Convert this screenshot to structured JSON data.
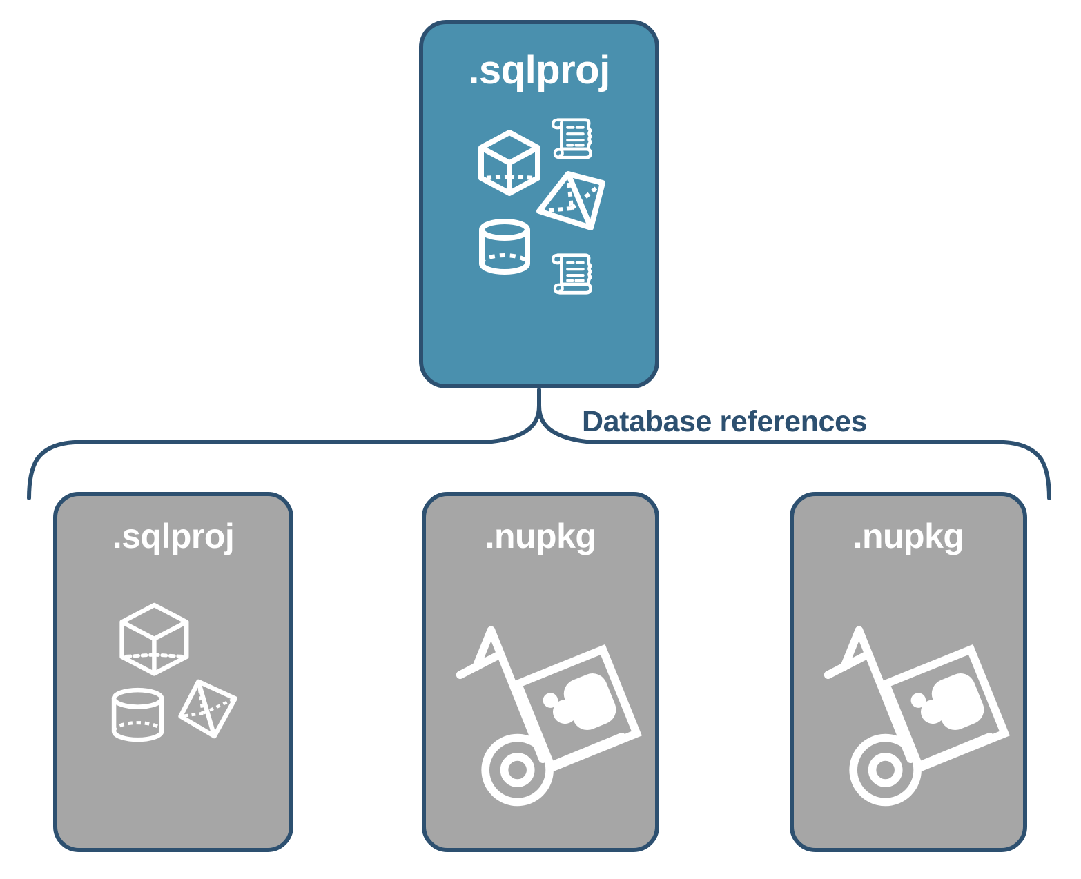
{
  "diagram": {
    "title_text": "Database references",
    "colors": {
      "primary_fill": "#4a90ae",
      "secondary_fill": "#a6a6a6",
      "stroke": "#2d5070",
      "icon": "#ffffff",
      "background": "#ffffff"
    },
    "connector": {
      "label": "Database references",
      "style": "curly-brace",
      "name": "database-references-brace"
    },
    "top_node": {
      "label": ".sqlproj",
      "fill": "#4a90ae",
      "icons": [
        "cube-icon",
        "scroll-icon",
        "pyramid-icon",
        "cylinder-icon",
        "scroll-icon"
      ]
    },
    "child_nodes": [
      {
        "label": ".sqlproj",
        "fill": "#a6a6a6",
        "icons": [
          "cube-icon",
          "pyramid-icon",
          "cylinder-icon"
        ]
      },
      {
        "label": ".nupkg",
        "fill": "#a6a6a6",
        "icons": [
          "hand-truck-package-icon"
        ]
      },
      {
        "label": ".nupkg",
        "fill": "#a6a6a6",
        "icons": [
          "hand-truck-package-icon"
        ]
      }
    ]
  }
}
